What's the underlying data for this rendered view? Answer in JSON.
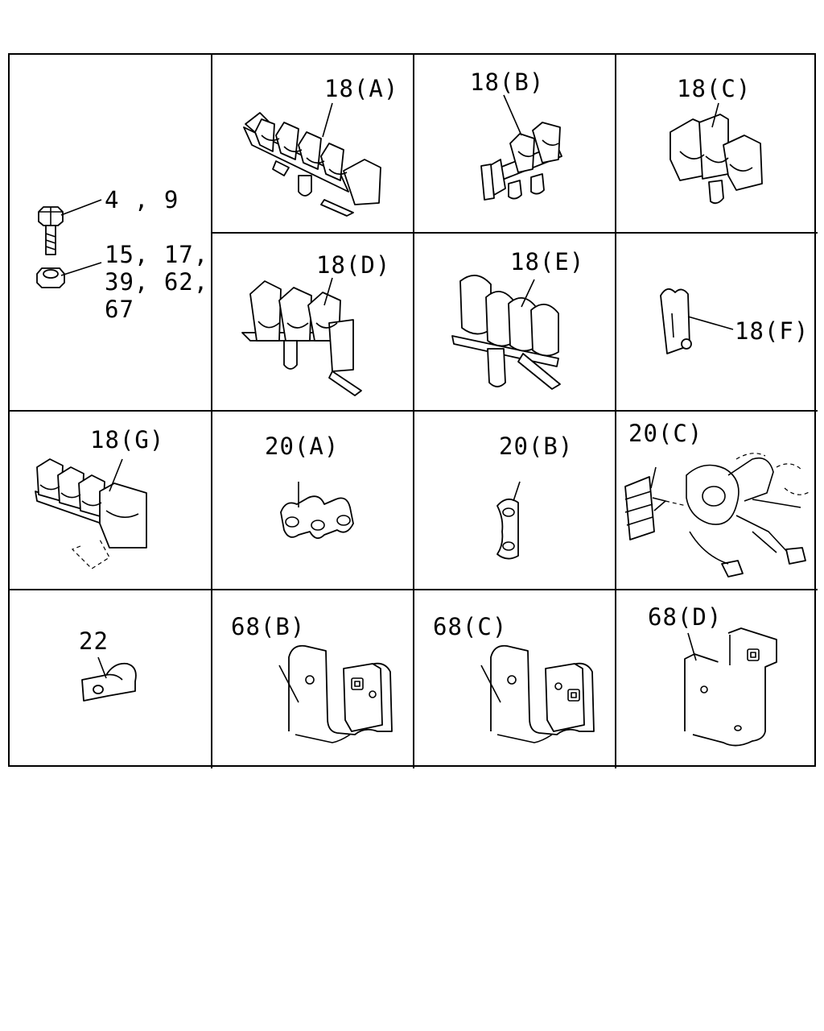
{
  "diagram": {
    "fastener_labels": {
      "bolt_refs": "4 , 9",
      "nut_refs_line1": "15, 17,",
      "nut_refs_line2": "39, 62,",
      "nut_refs_line3": "67"
    },
    "parts": [
      {
        "id": "clip-18a",
        "label": "18(A)"
      },
      {
        "id": "clip-18b",
        "label": "18(B)"
      },
      {
        "id": "clip-18c",
        "label": "18(C)"
      },
      {
        "id": "clip-18d",
        "label": "18(D)"
      },
      {
        "id": "clip-18e",
        "label": "18(E)"
      },
      {
        "id": "clip-18f",
        "label": "18(F)"
      },
      {
        "id": "clip-18g",
        "label": "18(G)"
      },
      {
        "id": "clip-20a",
        "label": "20(A)"
      },
      {
        "id": "clip-20b",
        "label": "20(B)"
      },
      {
        "id": "clip-20c",
        "label": "20(C)"
      },
      {
        "id": "bracket-22",
        "label": "22"
      },
      {
        "id": "bracket-68b",
        "label": "68(B)"
      },
      {
        "id": "bracket-68c",
        "label": "68(C)"
      },
      {
        "id": "bracket-68d",
        "label": "68(D)"
      }
    ]
  }
}
